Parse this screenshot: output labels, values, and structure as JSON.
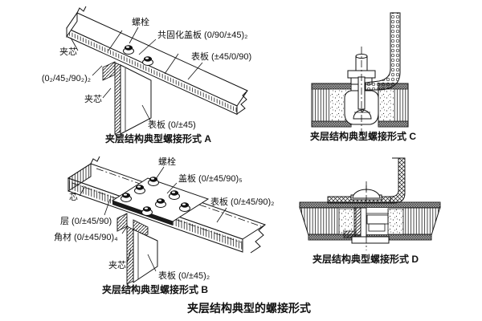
{
  "figure": {
    "title": "夹层结构典型的螺接形式",
    "diagram_a": {
      "caption": "夹层结构典型螺接形式 A",
      "labels": {
        "bolt": "螺栓",
        "cocured_cover_plate": "共固化盖板 (0/90/±45)₂",
        "top_face_sheet": "表板 (±45/0/90)",
        "core_left": "夹芯",
        "layup": "(0₂/45₂/90₂)₂",
        "web_core": "夹芯",
        "bottom_face_sheet": "表板 (0/±45)"
      }
    },
    "diagram_b": {
      "caption": "夹层结构典型螺接形式 B",
      "labels": {
        "bolt": "螺栓",
        "cover_plate": "盖板 (0/±45/90)₅",
        "top_face_sheet": "表板 (0/±45/90)₂",
        "core": "芯",
        "ply": "层 (0/±45/90)",
        "angle": "角材 (0/±45/90)₄",
        "web_core": "夹芯",
        "bottom_face_sheet": "表板 (0/±45)₂"
      }
    },
    "diagram_c": {
      "caption": "夹层结构典型螺接形式 C"
    },
    "diagram_d": {
      "caption": "夹层结构典型螺接形式 D"
    },
    "colors": {
      "ink": "#111111",
      "paper": "#ffffff"
    }
  }
}
